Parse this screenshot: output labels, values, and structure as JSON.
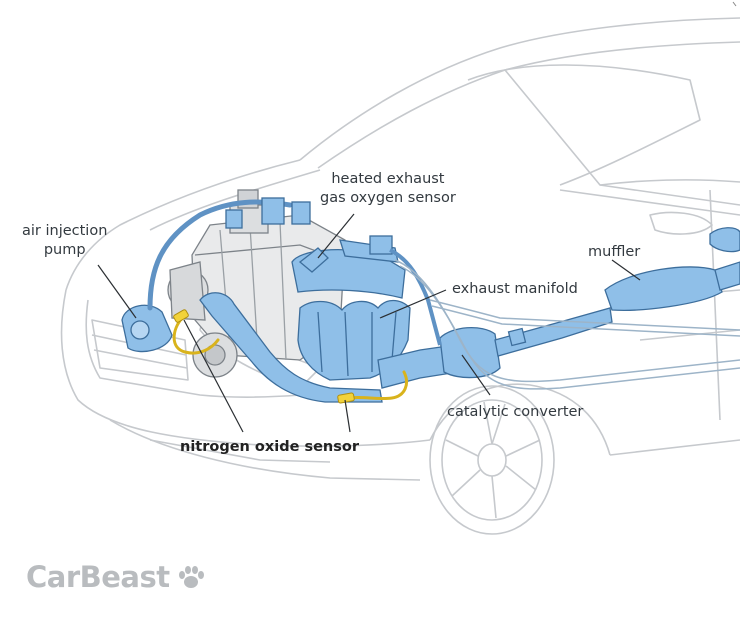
{
  "labels": {
    "heated_sensor": "heated exhaust\ngas oxygen sensor",
    "air_pump": "air injection\npump",
    "muffler": "muffler",
    "exhaust_manifold": "exhaust manifold",
    "catalytic_converter": "catalytic converter",
    "nox_sensor": "nitrogen oxide sensor"
  },
  "brand": {
    "logo_text": "CarBeast",
    "logo_icon": "paw-icon"
  },
  "colors": {
    "component_blue": "#8fbfe8",
    "component_outline": "#3d6e9c",
    "sensor_yellow": "#f2d23a",
    "car_outline": "#c9ccd0",
    "logo_gray": "#b9bcbf"
  }
}
